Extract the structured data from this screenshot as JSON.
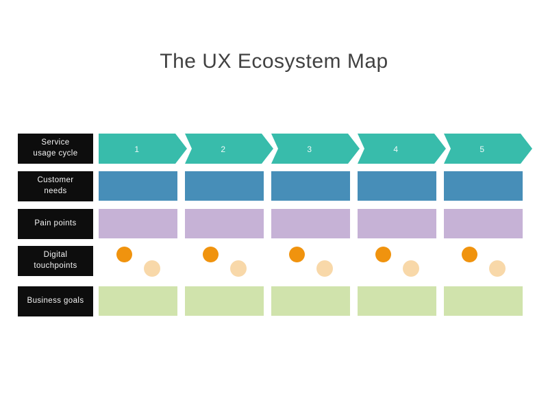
{
  "title": "The UX Ecosystem Map",
  "colors": {
    "teal": "#38bcab",
    "blue": "#478eb8",
    "purple": "#c6b2d6",
    "green": "#d0e3ac",
    "orange": "#f0930e",
    "peach": "#f8d8a9",
    "label_bg": "#0d0d0d",
    "label_text": "#f5f5f5",
    "title_text": "#414141",
    "step_number_text": "#ffffff"
  },
  "row_labels": [
    {
      "id": "service-usage-cycle",
      "label": "Service\nusage cycle"
    },
    {
      "id": "customer-needs",
      "label": "Customer\nneeds"
    },
    {
      "id": "pain-points",
      "label": "Pain points"
    },
    {
      "id": "digital-touchpoints",
      "label": "Digital\ntouchpoints"
    },
    {
      "id": "business-goals",
      "label": "Business goals"
    }
  ],
  "cycle_steps": [
    "1",
    "2",
    "3",
    "4",
    "5"
  ],
  "columns": 5,
  "touchpoint_dots_per_column": [
    "primary-orange",
    "secondary-peach"
  ]
}
